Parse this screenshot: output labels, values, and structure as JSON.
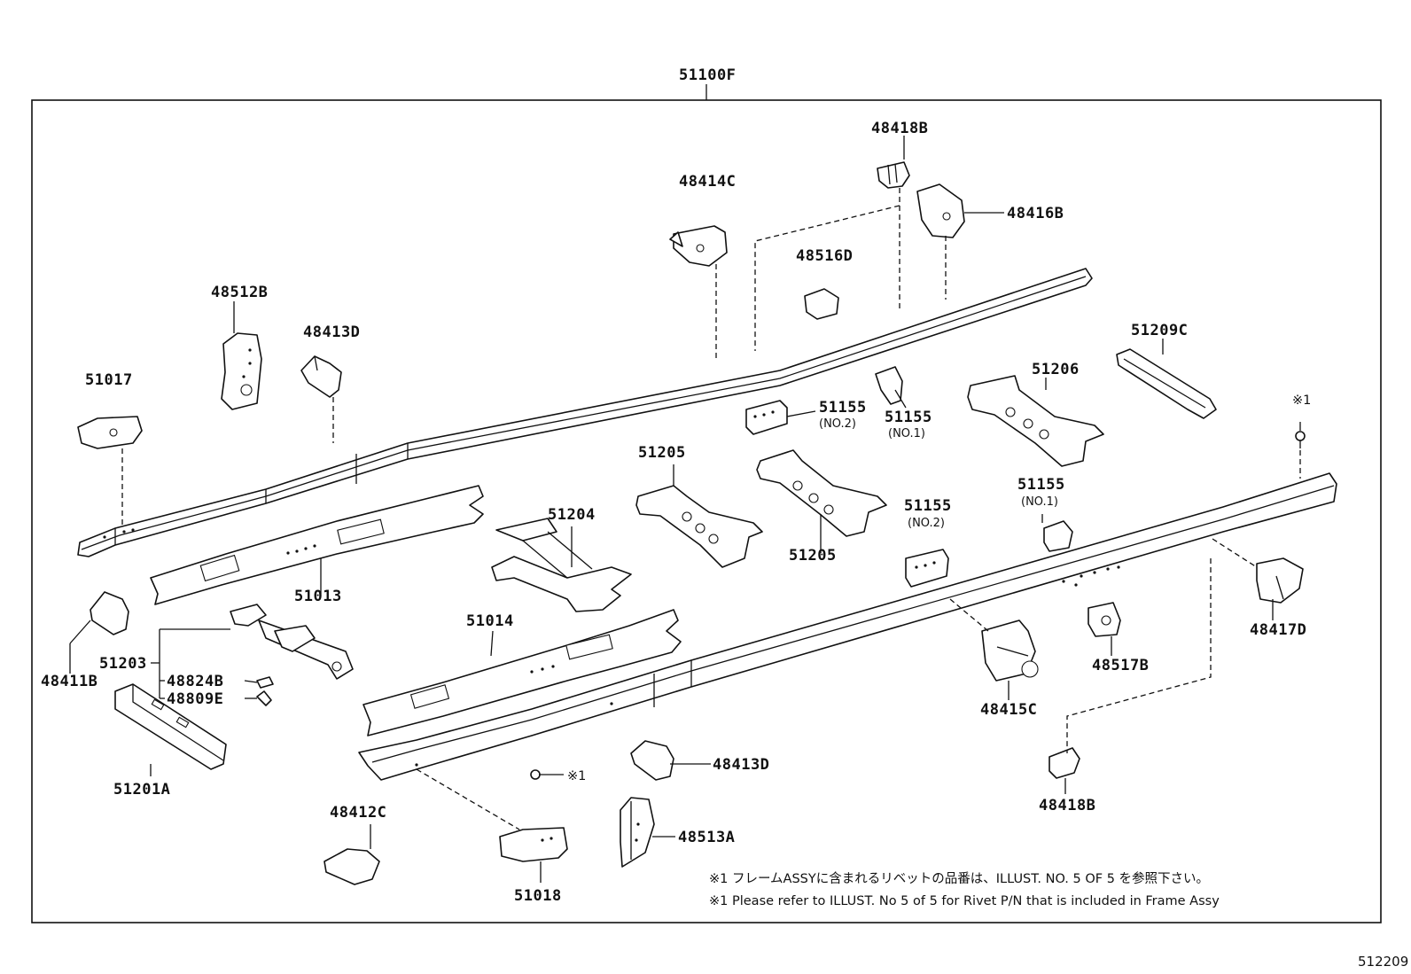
{
  "diagram": {
    "main_label": "51100F",
    "labels": {
      "p48418B_top": "48418B",
      "p48414C": "48414C",
      "p48416B": "48416B",
      "p48516D": "48516D",
      "p48512B": "48512B",
      "p48413D_top": "48413D",
      "p51017": "51017",
      "p51209C": "51209C",
      "p51206": "51206",
      "p51155_a": "51155",
      "p51155_a_sub": "(NO.2)",
      "p51155_b": "51155",
      "p51155_b_sub": "(NO.1)",
      "rivet_mark_top": "※1",
      "p51205_top": "51205",
      "p51204": "51204",
      "p51155_c": "51155",
      "p51155_c_sub": "(NO.1)",
      "p51155_d": "51155",
      "p51155_d_sub": "(NO.2)",
      "p51205_bottom": "51205",
      "p51013": "51013",
      "p48411B": "48411B",
      "p51014": "51014",
      "p51203": "51203",
      "p48824B": "48824B",
      "p48809E": "48809E",
      "p48417D": "48417D",
      "p48517B": "48517B",
      "p48415C": "48415C",
      "p51201A": "51201A",
      "rivet_mark_bottom": "※1",
      "p48413D_bottom": "48413D",
      "p48418B_bottom": "48418B",
      "p48412C": "48412C",
      "p48513A": "48513A",
      "p51018": "51018"
    },
    "notes": {
      "jp": "※1 フレームASSYに含まれるリベットの品番は、ILLUST. NO. 5  OF  5 を参照下さい。",
      "en": "※1 Please refer to ILLUST. No 5 of 5 for Rivet P/N that is included in Frame Assy"
    },
    "page_code": "512209"
  }
}
